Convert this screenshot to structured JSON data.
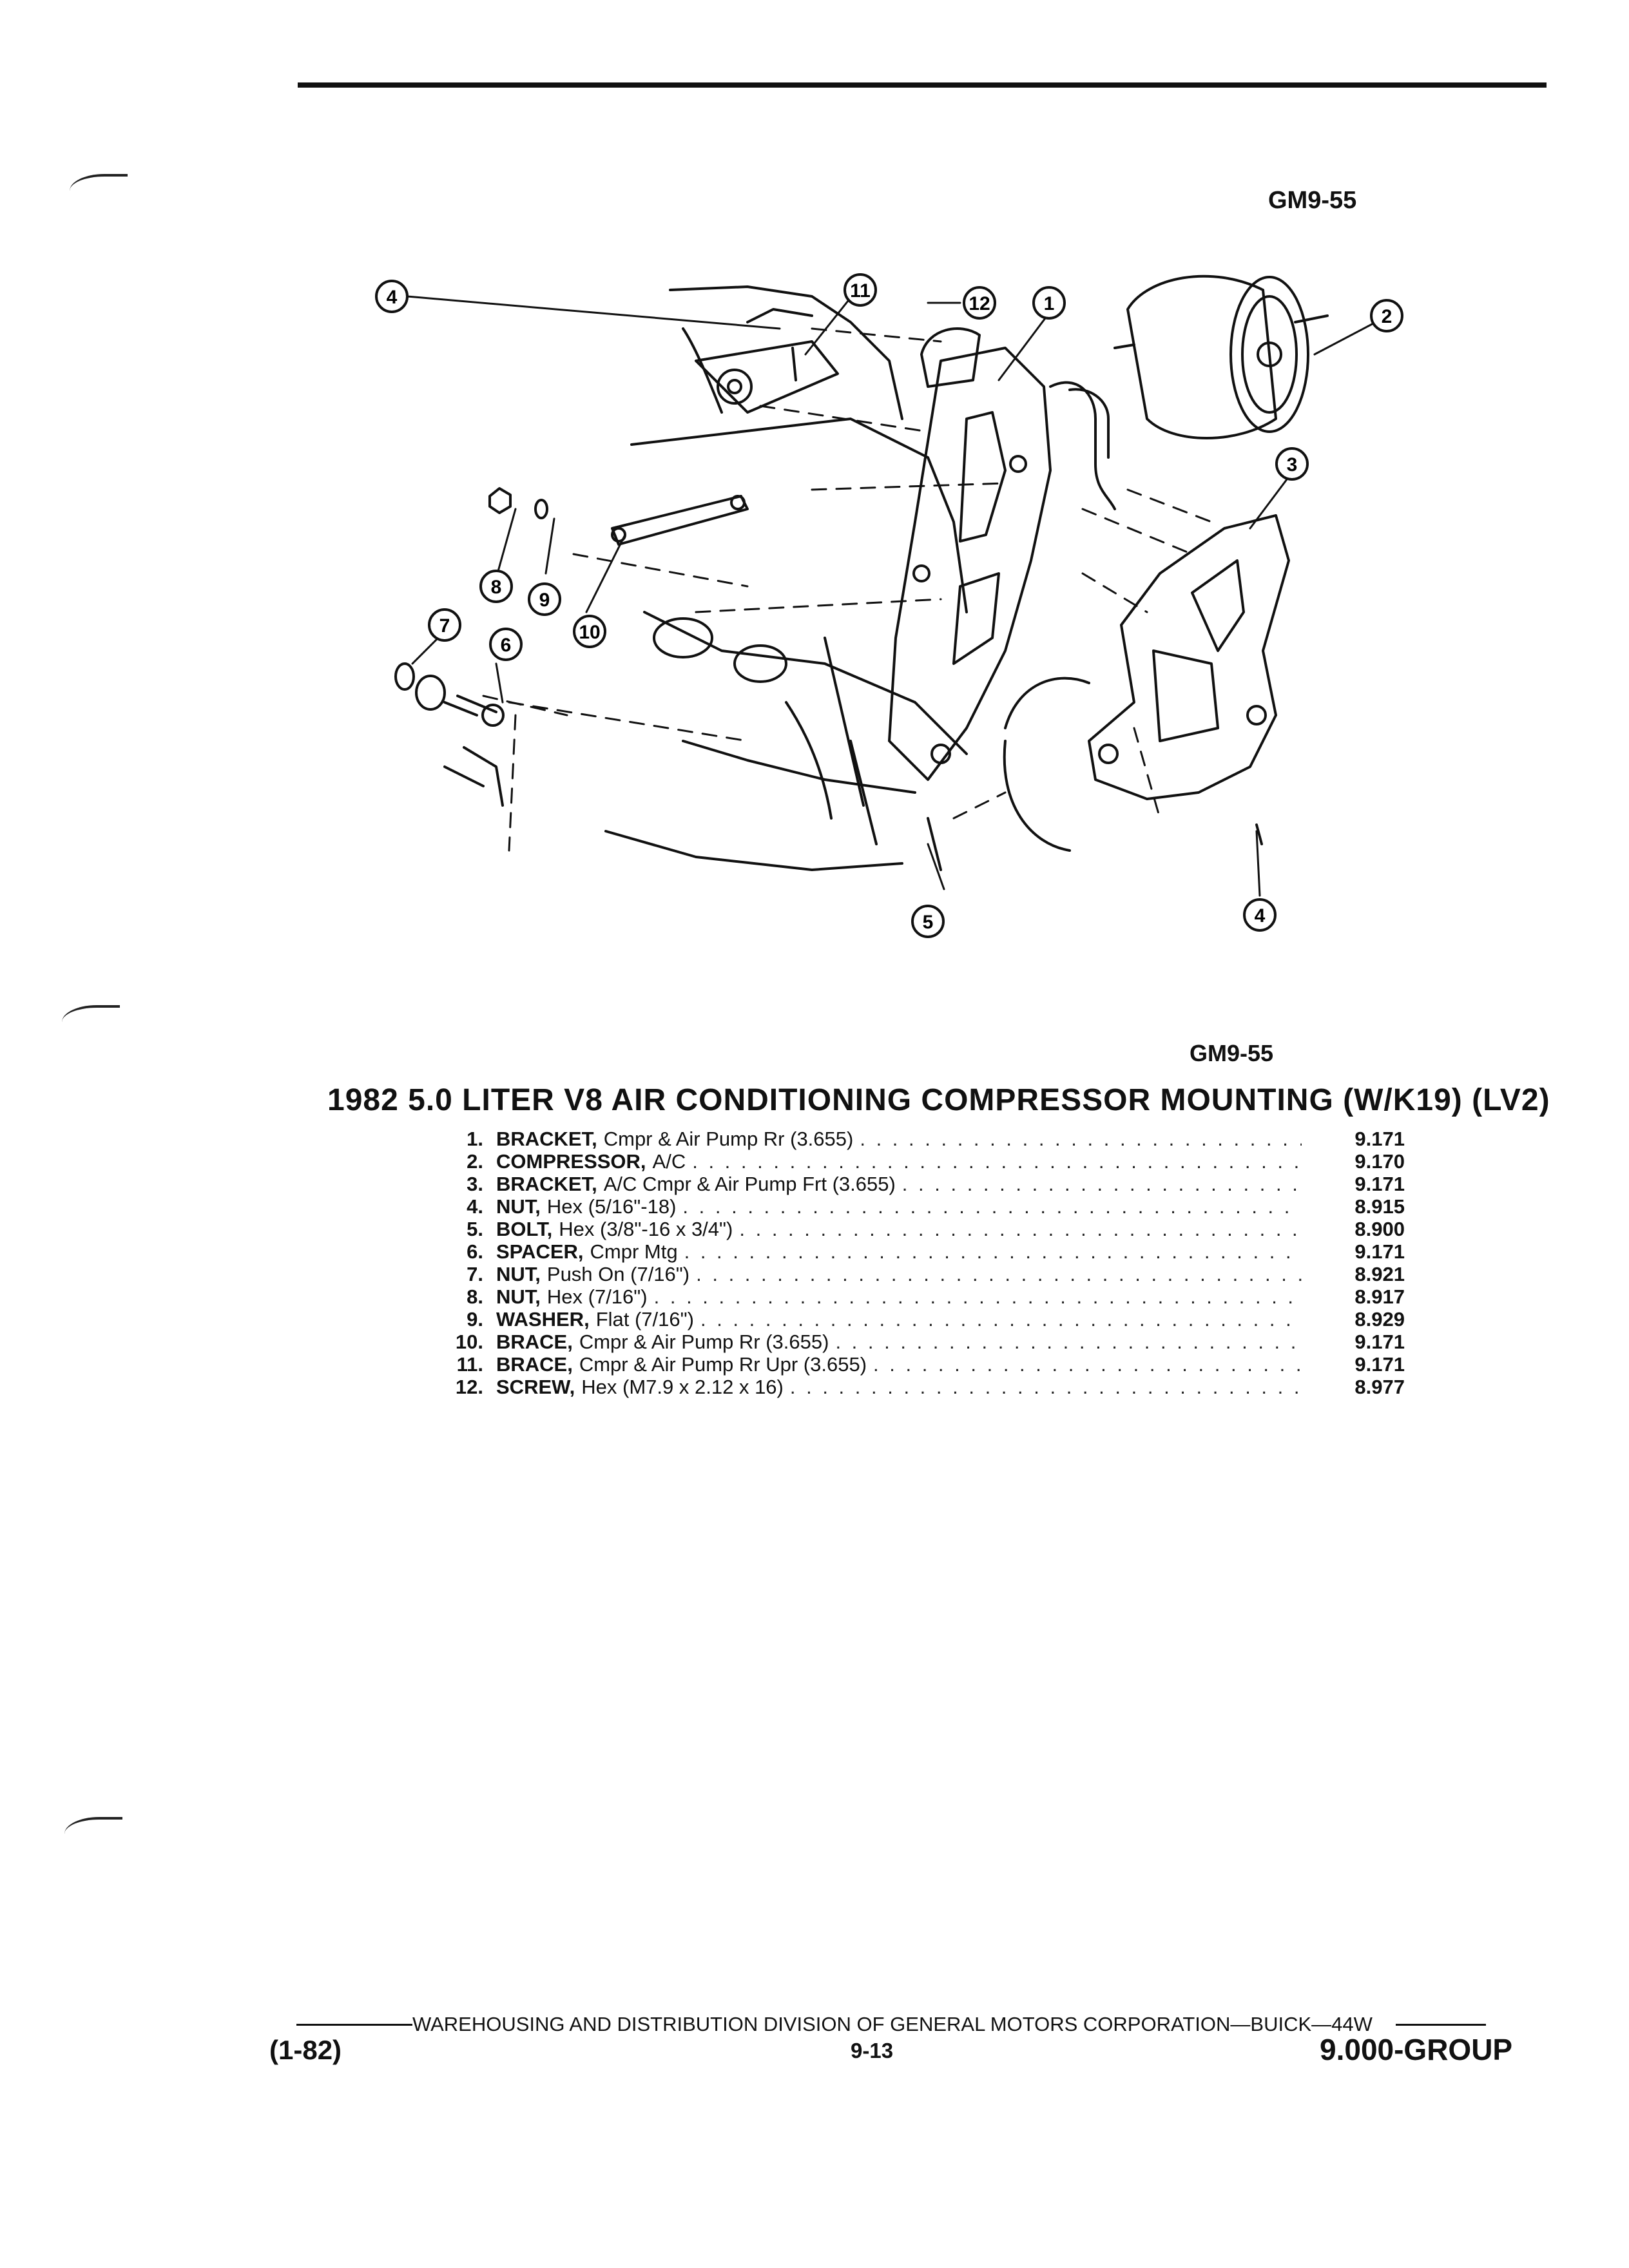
{
  "figure_code_top": "GM9-55",
  "figure_code_bottom": "GM9-55",
  "title": "1982 5.0 LITER V8 AIR CONDITIONING COMPRESSOR MOUNTING (W/K19) (LV2)",
  "callouts": [
    "1",
    "2",
    "3",
    "4",
    "5",
    "6",
    "7",
    "8",
    "9",
    "10",
    "11",
    "12"
  ],
  "parts": [
    {
      "num": "1.",
      "name": "BRACKET,",
      "desc": "Cmpr & Air Pump Rr (3.655)",
      "ref": "9.171"
    },
    {
      "num": "2.",
      "name": "COMPRESSOR,",
      "desc": "A/C",
      "ref": "9.170"
    },
    {
      "num": "3.",
      "name": "BRACKET,",
      "desc": "A/C Cmpr & Air Pump Frt (3.655)",
      "ref": "9.171"
    },
    {
      "num": "4.",
      "name": "NUT,",
      "desc": "Hex (5/16\"-18)",
      "ref": "8.915"
    },
    {
      "num": "5.",
      "name": "BOLT,",
      "desc": "Hex (3/8\"-16 x 3/4\")",
      "ref": "8.900"
    },
    {
      "num": "6.",
      "name": "SPACER,",
      "desc": "Cmpr Mtg",
      "ref": "9.171"
    },
    {
      "num": "7.",
      "name": "NUT,",
      "desc": "Push On (7/16\")",
      "ref": "8.921"
    },
    {
      "num": "8.",
      "name": "NUT,",
      "desc": "Hex (7/16\")",
      "ref": "8.917"
    },
    {
      "num": "9.",
      "name": "WASHER,",
      "desc": "Flat (7/16\")",
      "ref": "8.929"
    },
    {
      "num": "10.",
      "name": "BRACE,",
      "desc": "Cmpr & Air Pump Rr (3.655)",
      "ref": "9.171"
    },
    {
      "num": "11.",
      "name": "BRACE,",
      "desc": "Cmpr & Air Pump Rr Upr (3.655)",
      "ref": "9.171"
    },
    {
      "num": "12.",
      "name": "SCREW,",
      "desc": "Hex (M7.9 x 2.12 x 16)",
      "ref": "8.977"
    }
  ],
  "footer": {
    "division": "WAREHOUSING AND DISTRIBUTION DIVISION OF GENERAL MOTORS CORPORATION—BUICK—44W",
    "date_code": "(1-82)",
    "page": "9-13",
    "group": "9.000-GROUP"
  }
}
